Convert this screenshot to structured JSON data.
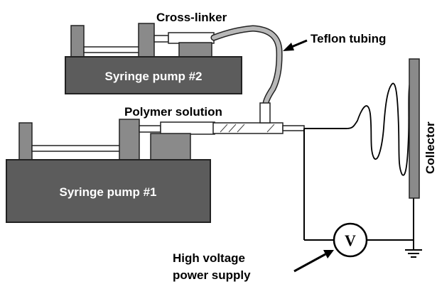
{
  "labels": {
    "cross_linker": "Cross-linker",
    "teflon_tubing": "Teflon tubing",
    "polymer_solution": "Polymer solution",
    "syringe_pump_2": "Syringe pump #2",
    "syringe_pump_1": "Syringe pump #1",
    "collector": "Collector",
    "hv_line1": "High voltage",
    "hv_line2": "power supply",
    "voltmeter_symbol": "V"
  },
  "colors": {
    "pump_body": "#5c5c5c",
    "pump_part": "#8a8a8a",
    "tubing": "#b8b8b8",
    "wire": "#000000"
  }
}
